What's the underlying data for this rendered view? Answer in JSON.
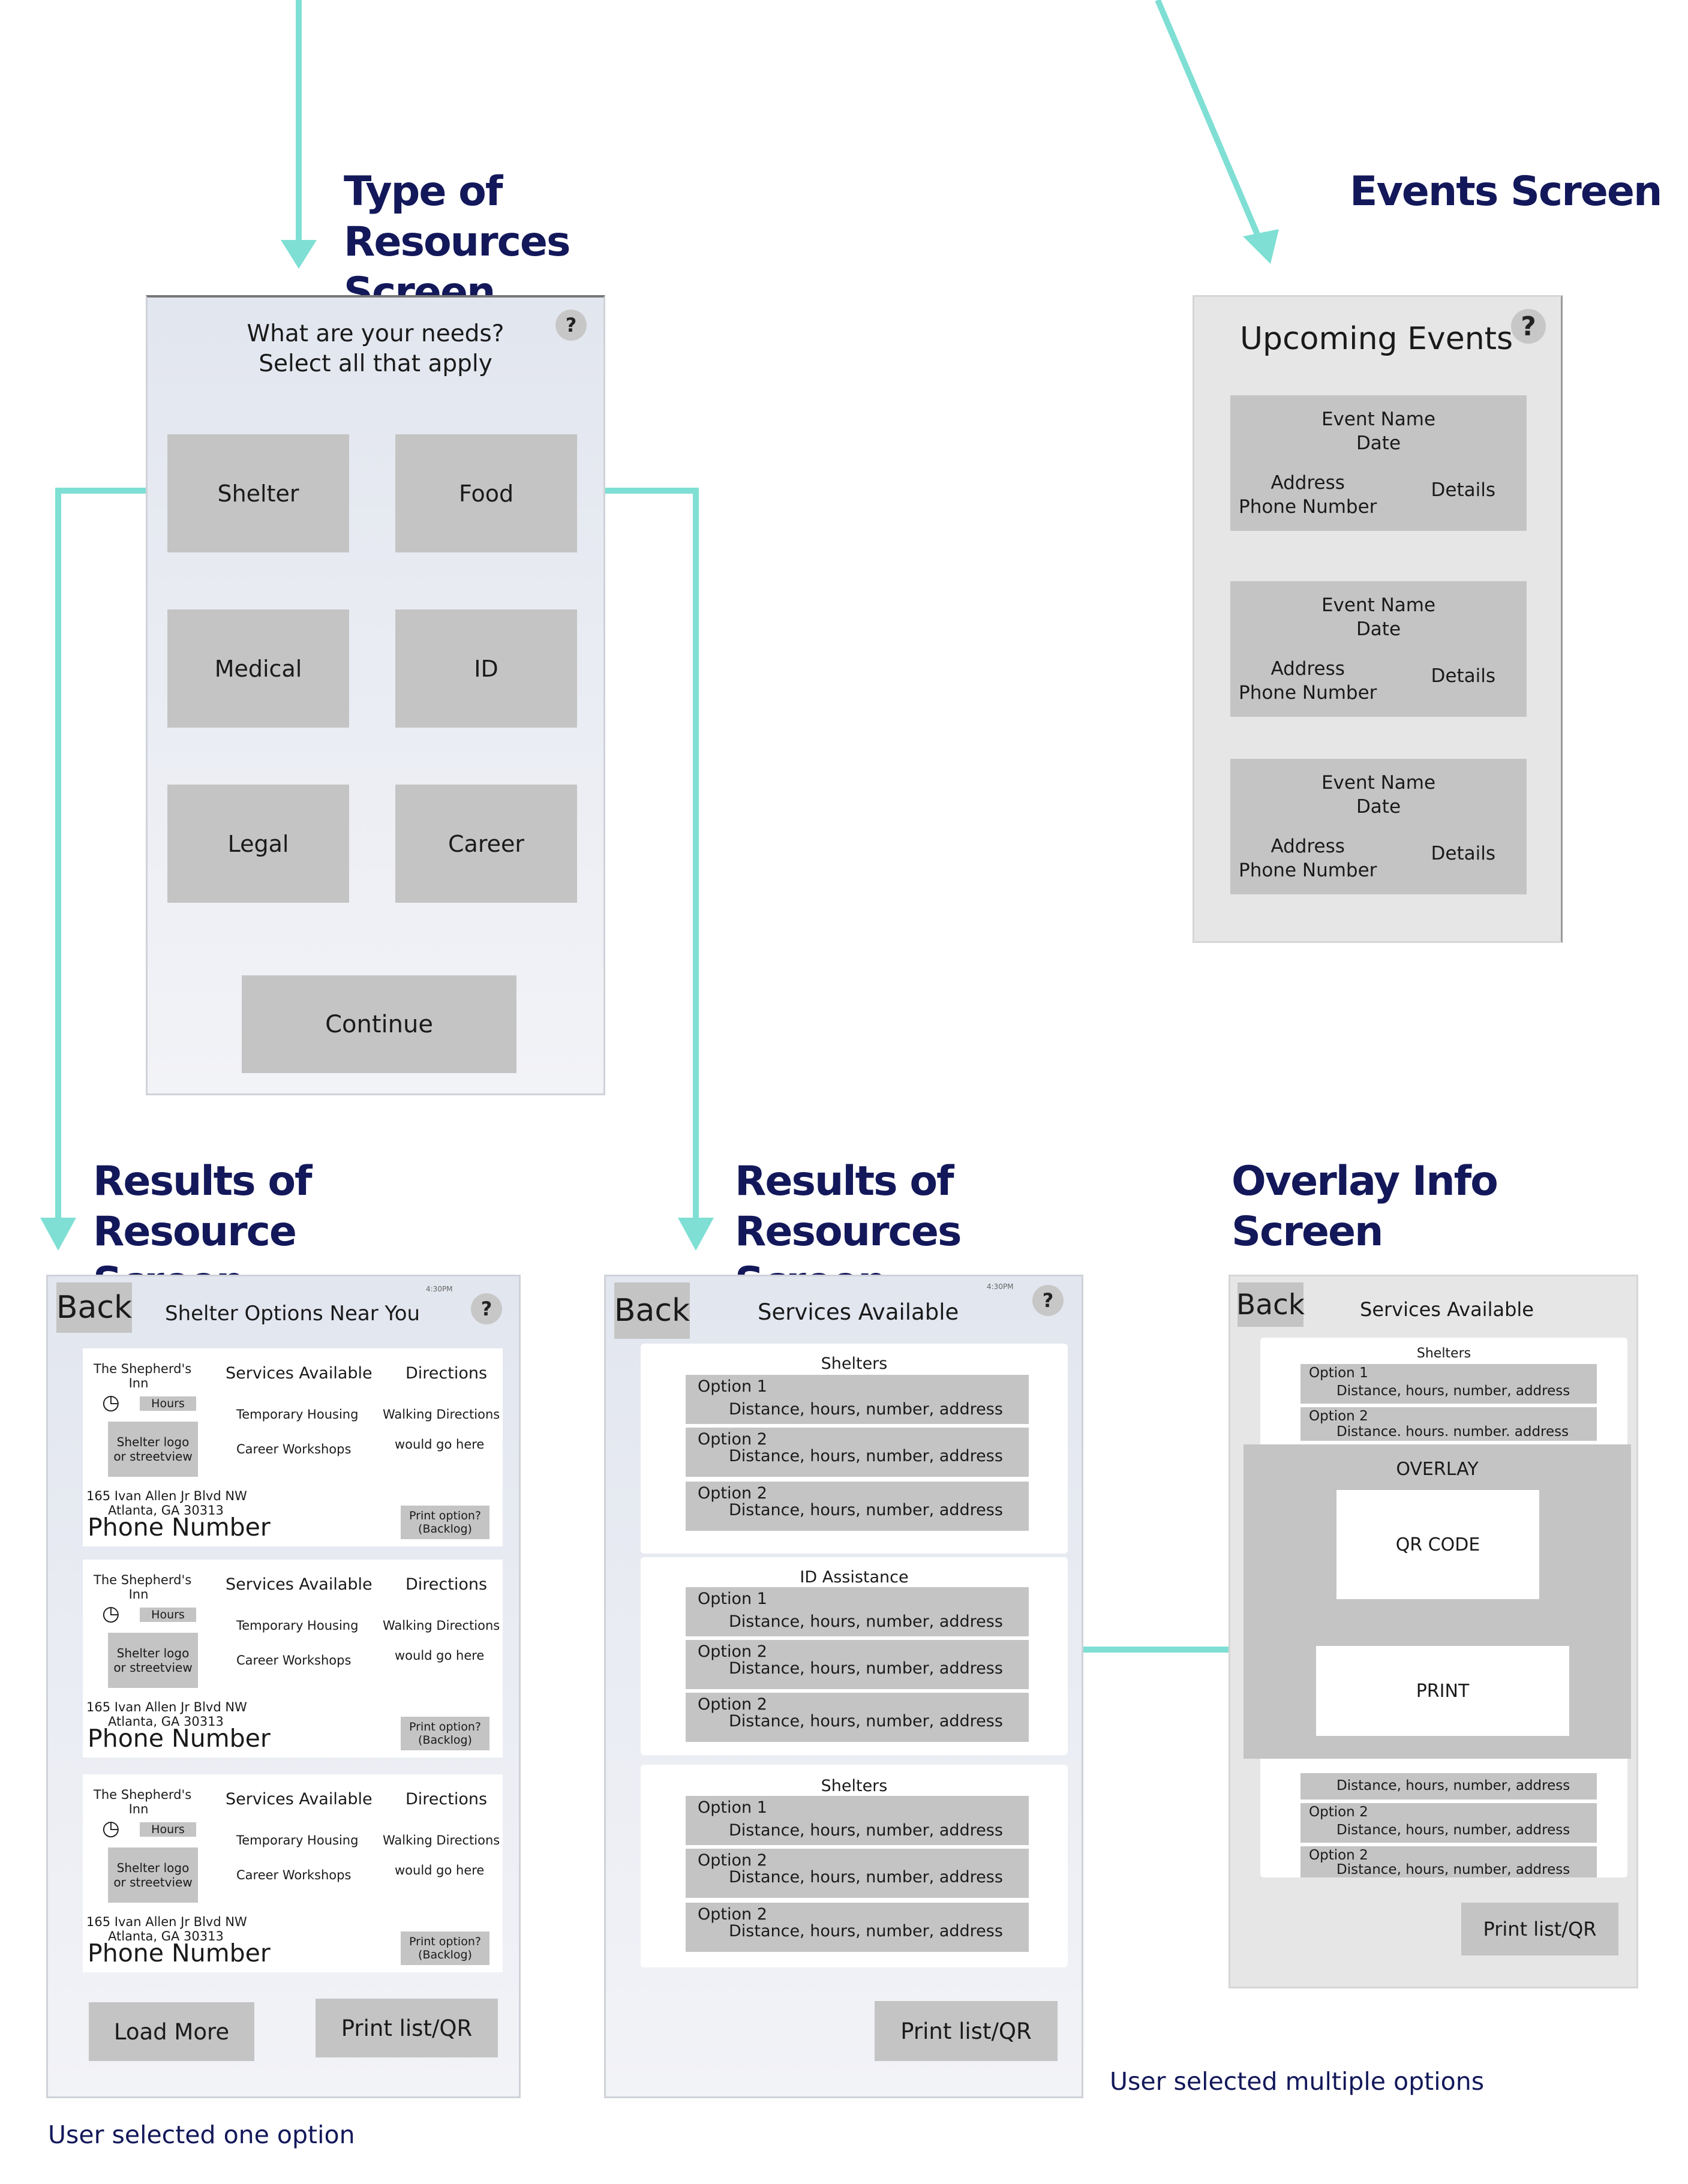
{
  "headings": {
    "type_of_resources": "Type of Resources Screen",
    "events": "Events Screen",
    "results_one": "Results of Resource Screen",
    "results_multiple": "Results of Resources Screen",
    "overlay": "Overlay Info Screen"
  },
  "captions": {
    "one_option": "User selected one option",
    "multiple_options": "User selected multiple options"
  },
  "type_screen": {
    "help": "?",
    "question_line1": "What are your needs?",
    "question_line2": "Select all that apply",
    "options": [
      "Shelter",
      "Food",
      "Medical",
      "ID",
      "Legal",
      "Career"
    ],
    "continue": "Continue"
  },
  "events_screen": {
    "title": "Upcoming Events",
    "help": "?",
    "events": [
      {
        "name": "Event Name",
        "date": "Date",
        "address": "Address",
        "phone": "Phone Number",
        "details": "Details"
      },
      {
        "name": "Event Name",
        "date": "Date",
        "address": "Address",
        "phone": "Phone Number",
        "details": "Details"
      },
      {
        "name": "Event Name",
        "date": "Date",
        "address": "Address",
        "phone": "Phone Number",
        "details": "Details"
      }
    ]
  },
  "results_one": {
    "back": "Back",
    "title": "Shelter Options Near You",
    "time": "4:30PM",
    "help": "?",
    "cards": [
      {
        "name_line1": "The Shepherd's",
        "name_line2": "Inn",
        "hours": "Hours",
        "logo_line1": "Shelter logo",
        "logo_line2": "or streetview",
        "services_header": "Services Available",
        "service1": "Temporary Housing",
        "service2": "Career Workshops",
        "directions_header": "Directions",
        "directions1": "Walking Directions",
        "directions2": "would go here",
        "address1": "165 Ivan Allen Jr Blvd NW",
        "address2": "Atlanta, GA 30313",
        "phone": "Phone Number",
        "print1": "Print option?",
        "print2": "(Backlog)"
      },
      {
        "name_line1": "The Shepherd's",
        "name_line2": "Inn",
        "hours": "Hours",
        "logo_line1": "Shelter logo",
        "logo_line2": "or streetview",
        "services_header": "Services Available",
        "service1": "Temporary Housing",
        "service2": "Career Workshops",
        "directions_header": "Directions",
        "directions1": "Walking Directions",
        "directions2": "would go here",
        "address1": "165 Ivan Allen Jr Blvd NW",
        "address2": "Atlanta, GA 30313",
        "phone": "Phone Number",
        "print1": "Print option?",
        "print2": "(Backlog)"
      },
      {
        "name_line1": "The Shepherd's",
        "name_line2": "Inn",
        "hours": "Hours",
        "logo_line1": "Shelter logo",
        "logo_line2": "or streetview",
        "services_header": "Services Available",
        "service1": "Temporary Housing",
        "service2": "Career Workshops",
        "directions_header": "Directions",
        "directions1": "Walking Directions",
        "directions2": "would go here",
        "address1": "165 Ivan Allen Jr Blvd NW",
        "address2": "Atlanta, GA 30313",
        "phone": "Phone Number",
        "print1": "Print option?",
        "print2": "(Backlog)"
      }
    ],
    "load_more": "Load More",
    "print_list": "Print list/QR"
  },
  "results_multiple": {
    "back": "Back",
    "title": "Services Available",
    "time": "4:30PM",
    "help": "?",
    "sections": [
      {
        "title": "Shelters",
        "options": [
          {
            "label": "Option 1",
            "detail": "Distance, hours, number, address"
          },
          {
            "label": "Option 2",
            "detail": "Distance, hours, number, address"
          },
          {
            "label": "Option 2",
            "detail": "Distance, hours, number, address"
          }
        ]
      },
      {
        "title": "ID Assistance",
        "options": [
          {
            "label": "Option 1",
            "detail": "Distance, hours, number, address"
          },
          {
            "label": "Option 2",
            "detail": "Distance, hours, number, address"
          },
          {
            "label": "Option 2",
            "detail": "Distance, hours, number, address"
          }
        ]
      },
      {
        "title": "Shelters",
        "options": [
          {
            "label": "Option 1",
            "detail": "Distance, hours, number, address"
          },
          {
            "label": "Option 2",
            "detail": "Distance, hours, number, address"
          },
          {
            "label": "Option 2",
            "detail": "Distance, hours, number, address"
          }
        ]
      }
    ],
    "print_list": "Print list/QR"
  },
  "overlay_screen": {
    "back": "Back",
    "title": "Services Available",
    "section_title": "Shelters",
    "top_options": [
      {
        "label": "Option 1",
        "detail": "Distance, hours, number, address"
      },
      {
        "label": "Option 2",
        "detail": "Distance. hours. number. address"
      }
    ],
    "overlay_label": "OVERLAY",
    "qr_code": "QR CODE",
    "print": "PRINT",
    "partial_detail": "Distance, hours, number, address",
    "bottom_options": [
      {
        "label": "Option 2",
        "detail": "Distance, hours, number, address"
      },
      {
        "label": "Option 2",
        "detail": "Distance, hours, number, address"
      }
    ],
    "print_list": "Print list/QR"
  },
  "colors": {
    "arrow": "#7fdfd4",
    "heading": "#13185a",
    "placeholder_box": "#c4c4c4"
  }
}
